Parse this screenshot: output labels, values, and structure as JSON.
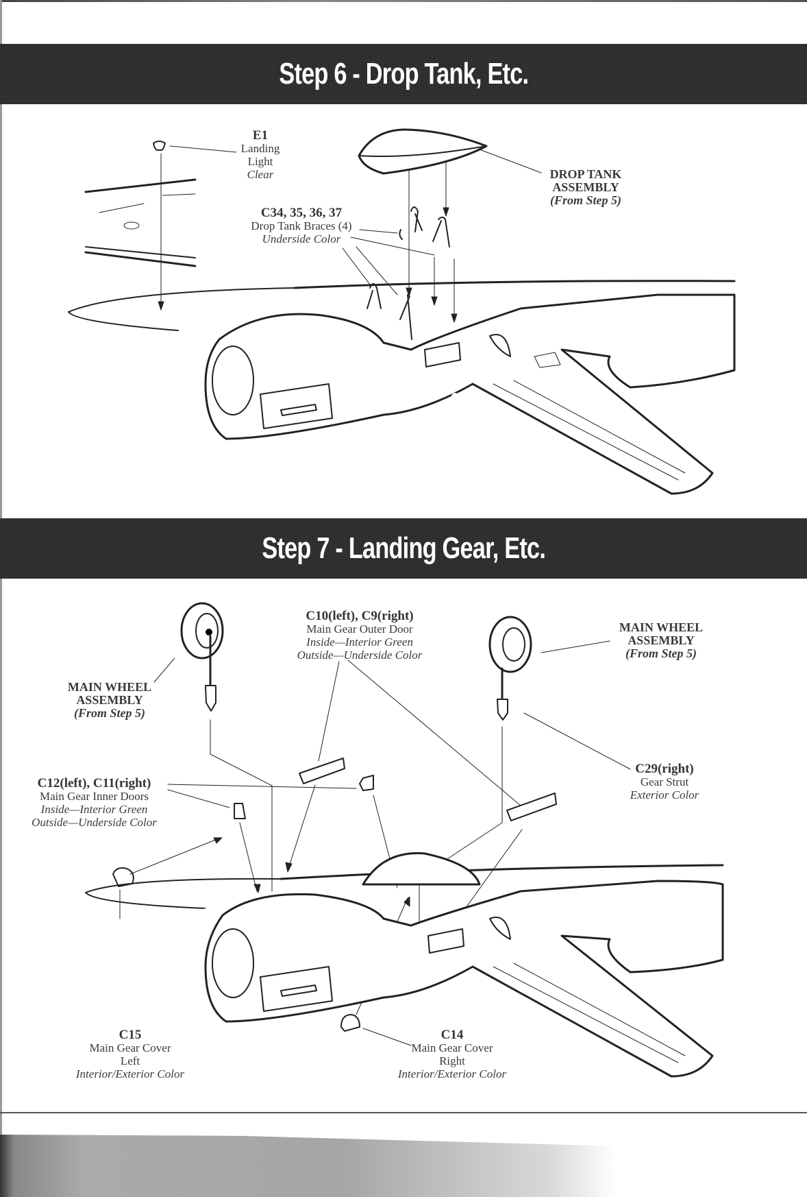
{
  "step6": {
    "title": "Step 6 - Drop Tank, Etc.",
    "parts": {
      "e1": {
        "part_number": "E1",
        "name_line1": "Landing",
        "name_line2": "Light",
        "color": "Clear"
      },
      "braces": {
        "part_number": "C34, 35, 36, 37",
        "name": "Drop Tank Braces (4)",
        "color": "Underside Color"
      },
      "drop_tank": {
        "name_line1": "DROP TANK",
        "name_line2": "ASSEMBLY",
        "source": "(From Step 5)"
      }
    }
  },
  "step7": {
    "title": "Step 7 - Landing Gear, Etc.",
    "parts": {
      "outer_door": {
        "part_number": "C10(left), C9(right)",
        "name": "Main Gear Outer Door",
        "inside": "Inside—Interior Green",
        "outside": "Outside—Underside Color"
      },
      "main_wheel_right": {
        "name_line1": "MAIN WHEEL",
        "name_line2": "ASSEMBLY",
        "source": "(From Step 5)"
      },
      "main_wheel_left": {
        "name_line1": "MAIN WHEEL",
        "name_line2": "ASSEMBLY",
        "source": "(From Step 5)"
      },
      "inner_doors": {
        "part_number": "C12(left), C11(right)",
        "name": "Main Gear Inner Doors",
        "inside": "Inside—Interior Green",
        "outside": "Outside—Underside Color"
      },
      "gear_strut": {
        "part_number": "C29(right)",
        "name": "Gear Strut",
        "color": "Exterior Color"
      },
      "cover_left": {
        "part_number": "C15",
        "name": "Main Gear Cover",
        "side": "Left",
        "color": "Interior/Exterior Color"
      },
      "cover_right": {
        "part_number": "C14",
        "name": "Main Gear Cover",
        "side": "Right",
        "color": "Interior/Exterior Color"
      }
    }
  }
}
